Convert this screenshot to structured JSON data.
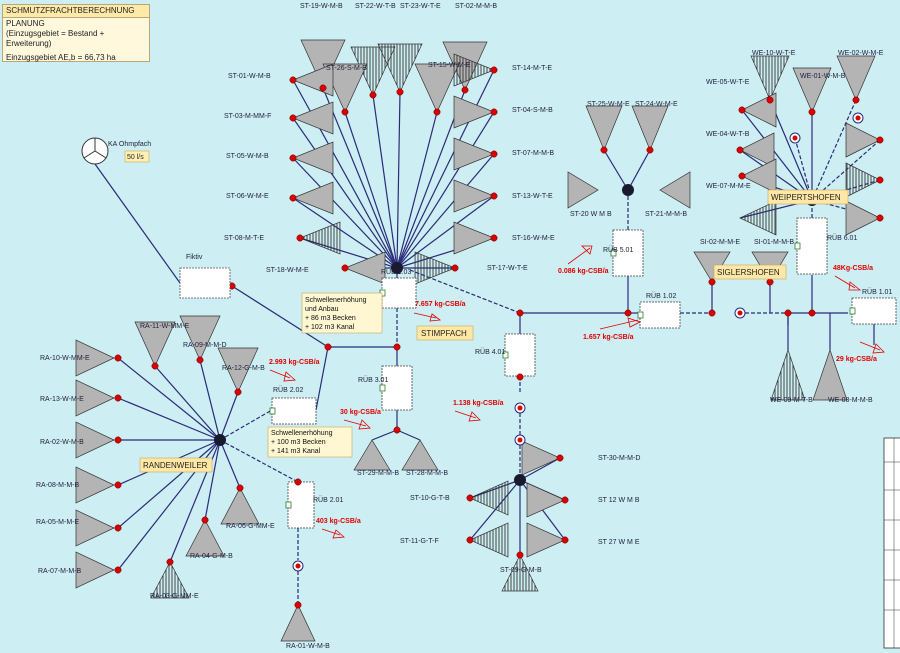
{
  "infobox": {
    "title": "SCHMUTZFRACHTBERECHNUNG",
    "line1": "PLANUNG",
    "line2": "(Einzugsgebiet = Bestand + Erweiterung)",
    "line3": "Einzugsgebiet AE,b = 66,73 ha"
  },
  "ka": {
    "label": "KA Ohmpfach",
    "flow": "50 l/s"
  },
  "places": {
    "stimpfach": "STIMPFACH",
    "randenweiler": "RANDENWEILER",
    "weipertshofen": "WEIPERTSHOFEN",
    "siglershofen": "SIGLERSHOFEN"
  },
  "notes": {
    "n1": [
      "Schwellenerhöhung",
      "und Anbau",
      "+  86 m3 Becken",
      "+ 102 m3 Kanal"
    ],
    "n2": [
      "Schwellenerhöhung",
      "+ 100 m3 Becken",
      "+ 141 m3 Kanal"
    ]
  },
  "fiktiv": "Fiktiv",
  "rub": {
    "r103": "RÜB 1.03",
    "r102": "RÜB 1.02",
    "r101": "RÜB 1.01",
    "r202": "RÜB 2.02",
    "r201": "RÜB 2.01",
    "r301": "RÜB 3.01",
    "r401": "RÜB 4.01",
    "r501": "RÜB 5.01",
    "r601": "RÜB 6.01"
  },
  "loads": {
    "l1": "7.657 kg-CSB/a",
    "l2": "2.993 kg-CSB/a",
    "l3": "30 kg-CSB/a",
    "l4": "1.138 kg-CSB/a",
    "l5": "403 kg-CSB/a",
    "l6": "1.657 kg-CSB/a",
    "l7": "0.086 kg-CSB/a",
    "l8": "48Kg-CSB/a",
    "l9": "29 kg-CSB/a"
  },
  "catchments": {
    "st19": "ST-19-W-M-B",
    "st22": "ST-22-W-T-B",
    "st23": "ST-23-W-T-E",
    "st02": "ST-02-M-M-B",
    "st26": "ST-26-S-M-B",
    "st15": "ST-15-W-M-E",
    "st14": "ST-14-M-T-E",
    "st01": "ST-01-W-M-B",
    "st04": "ST-04-S-M-B",
    "st03": "ST-03-M-MM-F",
    "st07": "ST-07-M-M-B",
    "st05": "ST-05-W-M-B",
    "st13": "ST-13-W-T-E",
    "st06": "ST-06-W-M-E",
    "st16": "ST-16-W-M-E",
    "st08": "ST-08-M-T-E",
    "st17": "ST-17-W-T-E",
    "st18": "ST-18-W-M-E",
    "st25": "ST-25-W-M-E",
    "st24": "ST-24-W-M-E",
    "st20": "ST-20 W M B",
    "st21": "ST-21-M-M-B",
    "ra11": "RA-11-W-MM-E",
    "ra09": "RA-09-M-M-D",
    "ra10": "RA-10-W-MM-E",
    "ra12": "RA-12-G-M-B",
    "ra13": "RA-13-W-M-E",
    "ra02": "RA-02-W-M-B",
    "ra08": "RA-08-M-M-B",
    "ra05": "RA-05-M-M-E",
    "ra06": "RA-06-G-MM-E",
    "ra04": "RA-04-G-M-B",
    "ra07": "RA-07-M-M-B",
    "ra03": "RA-03-G-MM-E",
    "ra01": "RA-01-W-M-B",
    "st29": "ST-29-M-M-B",
    "st28": "ST-28-M-M-B",
    "st30": "ST-30-M-M-D",
    "st10": "ST-10-G-T-B",
    "st12": "ST 12 W M B",
    "st11": "ST-11-G-T-F",
    "st27": "ST 27 W M E",
    "st09": "ST-09-G-M-B",
    "we10": "WE-10-W-T-E",
    "we02": "WE-02-W-M-E",
    "we05": "WE-05-W-T-E",
    "we01": "WE-01-W-M-B",
    "we04": "WE-04-W-T-B",
    "we07": "WE-07-M-M-E",
    "si02": "SI-02-M-M-E",
    "si01": "SI-01-M-M-B",
    "we09": "WE-09-M-T-B",
    "we08": "WE-08-M-M-B"
  }
}
